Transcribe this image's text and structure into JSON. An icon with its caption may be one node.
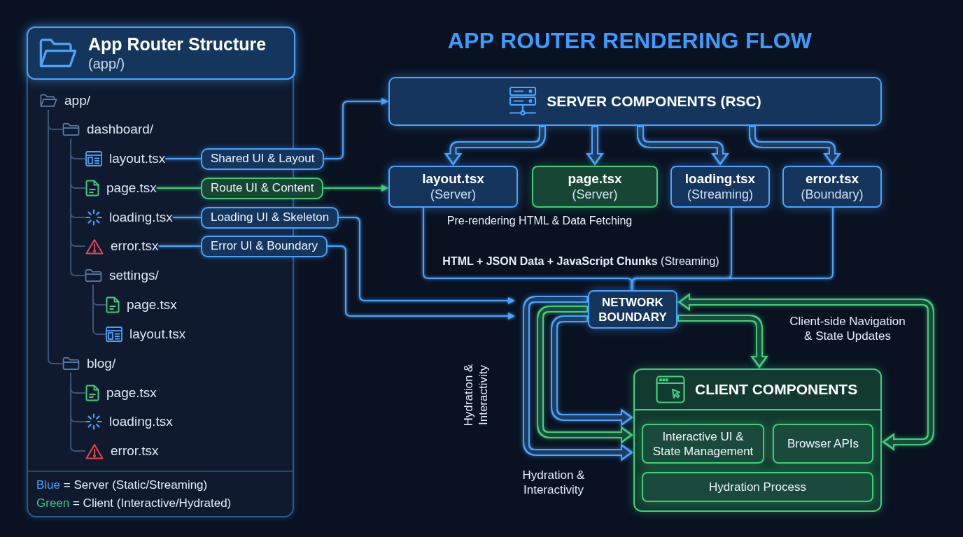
{
  "diagram": {
    "title": "APP ROUTER RENDERING FLOW",
    "nodes": [
      {
        "text": [
          "App Router Structure",
          "(app/)"
        ]
      },
      {
        "text": [
          "app/"
        ],
        "in": 0
      },
      {
        "text": [
          "dashboard/"
        ],
        "in": 0
      },
      {
        "text": [
          "layout.tsx"
        ],
        "in": 0
      },
      {
        "text": [
          "Shared UI & Layout"
        ]
      },
      {
        "text": [
          "page.tsx"
        ],
        "in": 0
      },
      {
        "text": [
          "Route UI & Content"
        ]
      },
      {
        "text": [
          "loading.tsx"
        ],
        "in": 0
      },
      {
        "text": [
          "Loading UI & Skeleton"
        ]
      },
      {
        "text": [
          "error.tsx"
        ],
        "in": 0
      },
      {
        "text": [
          "Error UI & Boundary"
        ]
      },
      {
        "text": [
          "settings/"
        ],
        "in": 0
      },
      {
        "text": [
          "page.tsx"
        ],
        "in": 0
      },
      {
        "text": [
          "layout.tsx"
        ],
        "in": 0
      },
      {
        "text": [
          "blog/"
        ],
        "in": 0
      },
      {
        "text": [
          "page.tsx"
        ],
        "in": 0
      },
      {
        "text": [
          "loading.tsx"
        ],
        "in": 0
      },
      {
        "text": [
          "error.tsx"
        ],
        "in": 0
      },
      {
        "text": [
          "SERVER COMPONENTS (RSC)"
        ]
      },
      {
        "text": [
          "layout.tsx",
          "(Server)"
        ]
      },
      {
        "text": [
          "page.tsx",
          "(Server)"
        ]
      },
      {
        "text": [
          "loading.tsx",
          "(Streaming)"
        ]
      },
      {
        "text": [
          "error.tsx",
          "(Boundary)"
        ]
      },
      {
        "text": [
          "NETWORK BOUNDARY"
        ]
      },
      {
        "text": [
          "CLIENT COMPONENTS"
        ]
      },
      {
        "text": [
          "Interactive UI & State Management"
        ],
        "in": 24
      },
      {
        "text": [
          "Browser APIs"
        ],
        "in": 24
      },
      {
        "text": [
          "Hydration Process"
        ],
        "in": 24
      }
    ],
    "edges": [
      {
        "from": 1,
        "to": 2,
        "arrow": "none",
        "color": "#3b5578"
      },
      {
        "from": 1,
        "to": 14,
        "arrow": "none",
        "color": "#3b5578"
      },
      {
        "from": 2,
        "to": 3,
        "arrow": "none",
        "color": "#3b5578"
      },
      {
        "from": 2,
        "to": 5,
        "arrow": "none",
        "color": "#3b5578"
      },
      {
        "from": 2,
        "to": 7,
        "arrow": "none",
        "color": "#3b5578"
      },
      {
        "from": 2,
        "to": 9,
        "arrow": "none",
        "color": "#3b5578"
      },
      {
        "from": 2,
        "to": 11,
        "arrow": "none",
        "color": "#3b5578"
      },
      {
        "from": 11,
        "to": 12,
        "arrow": "none",
        "color": "#3b5578"
      },
      {
        "from": 11,
        "to": 13,
        "arrow": "none",
        "color": "#3b5578"
      },
      {
        "from": 14,
        "to": 15,
        "arrow": "none",
        "color": "#3b5578"
      },
      {
        "from": 14,
        "to": 16,
        "arrow": "none",
        "color": "#3b5578"
      },
      {
        "from": 14,
        "to": 17,
        "arrow": "none",
        "color": "#3b5578"
      },
      {
        "from": 3,
        "to": 4,
        "arrow": "none"
      },
      {
        "from": 5,
        "to": 6,
        "arrow": "none",
        "color": "#3ecf7a"
      },
      {
        "from": 7,
        "to": 8,
        "arrow": "none"
      },
      {
        "from": 9,
        "to": 10,
        "arrow": "none"
      },
      {
        "from": 4,
        "to": 18,
        "arrow": "to"
      },
      {
        "from": 6,
        "to": 19,
        "arrow": "to",
        "color": "#3ecf7a"
      },
      {
        "from": 8,
        "to": null,
        "arrow": "to"
      },
      {
        "from": 10,
        "to": null,
        "arrow": "to"
      },
      {
        "from": 18,
        "to": 19,
        "arrow": "to",
        "style": "thick"
      },
      {
        "from": 18,
        "to": 20,
        "arrow": "to",
        "style": "thick"
      },
      {
        "from": 18,
        "to": 21,
        "arrow": "to",
        "style": "thick"
      },
      {
        "from": 18,
        "to": 22,
        "arrow": "to",
        "style": "thick"
      },
      {
        "from": 19,
        "to": 23,
        "arrow": "none",
        "label": "**HTML + JSON Data + JavaScript Chunks** (Streaming)"
      },
      {
        "from": 21,
        "to": 23,
        "arrow": "none"
      },
      {
        "from": 22,
        "to": 23,
        "arrow": "none"
      },
      {
        "from": 23,
        "to": 24,
        "arrow": "to",
        "style": "thick",
        "label": "Hydration & Interactivity"
      },
      {
        "from": 23,
        "to": 24,
        "arrow": "to",
        "style": "thick",
        "color": "#3ecf7a"
      },
      {
        "from": 23,
        "to": 24,
        "arrow": "to",
        "style": "thick",
        "label": "Hydration & Interactivity"
      },
      {
        "from": 23,
        "to": 24,
        "arrow": "to",
        "style": "thick",
        "color": "#3ecf7a"
      },
      {
        "from": 24,
        "to": 23,
        "arrow": "both",
        "style": "thick",
        "color": "#3ecf7a",
        "label": "Client-side Navigation & State Updates"
      }
    ],
    "labels": [
      "Pre-rendering HTML & Data Fetching"
    ],
    "legend": [
      {
        "text": "Blue = Server (Static/Streaming)",
        "color": "#4aa3ff"
      },
      {
        "text": "Green = Client (Interactive/Hydrated)",
        "color": "#3ecf7a"
      }
    ]
  }
}
